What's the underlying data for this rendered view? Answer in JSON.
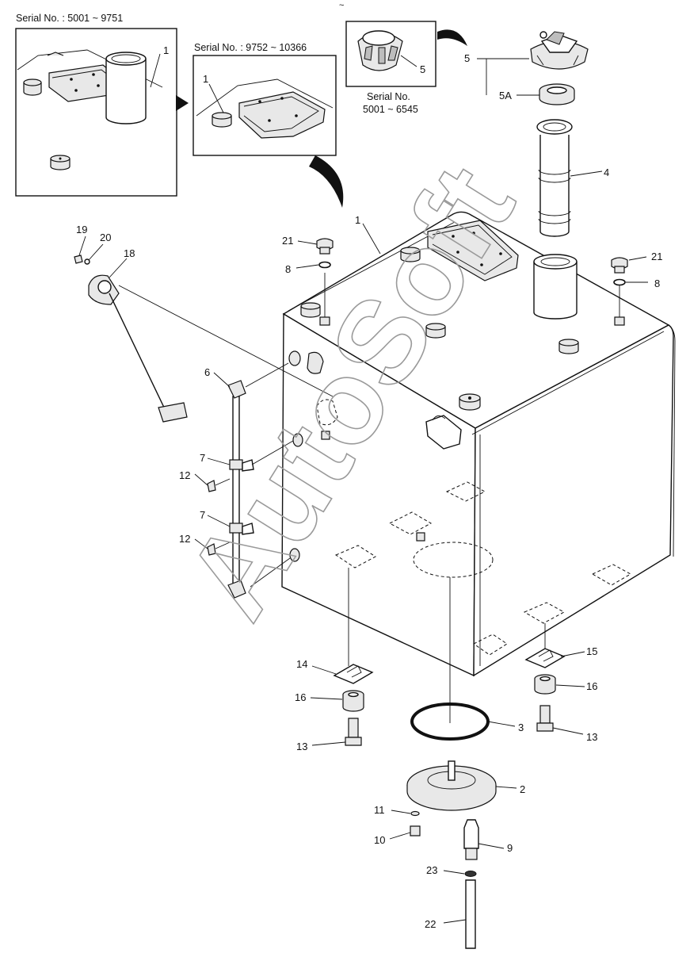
{
  "inset_panels": {
    "a": {
      "serial_label": "Serial No. : 5001 ~ 9751",
      "callout": "1"
    },
    "b": {
      "serial_label": "Serial No. : 9752 ~ 10366",
      "callout": "1"
    },
    "c": {
      "serial_line1": "Serial No.",
      "serial_line2": "5001 ~ 6545",
      "callout": "5"
    }
  },
  "callouts": {
    "p1": "1",
    "p2": "2",
    "p3": "3",
    "p4": "4",
    "p5": "5",
    "p5a": "5A",
    "p6": "6",
    "p7a": "7",
    "p7b": "7",
    "p8a": "8",
    "p8b": "8",
    "p9": "9",
    "p10": "10",
    "p11": "11",
    "p12a": "12",
    "p12b": "12",
    "p13a": "13",
    "p13b": "13",
    "p14": "14",
    "p15": "15",
    "p16a": "16",
    "p16b": "16",
    "p18": "18",
    "p19": "19",
    "p20": "20",
    "p21a": "21",
    "p21b": "21",
    "p22": "22",
    "p23": "23"
  },
  "watermark": "AutoSoft",
  "header_mark": "~"
}
